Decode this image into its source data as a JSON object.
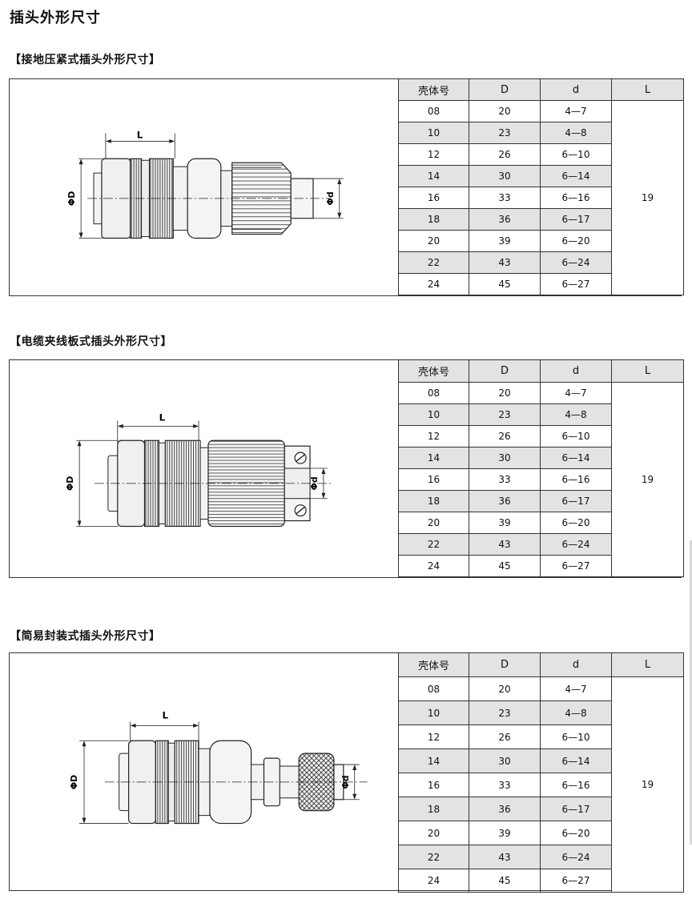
{
  "page_title": "插头外形尺寸",
  "sections": [
    {
      "title": "【接地压紧式插头外形尺寸】",
      "dims": {
        "L": "L",
        "D": "ΦD",
        "d": "Φd"
      },
      "headers": [
        "壳体号",
        "D",
        "d",
        "L"
      ],
      "rows": [
        [
          "08",
          "20",
          "4—7"
        ],
        [
          "10",
          "23",
          "4—8"
        ],
        [
          "12",
          "26",
          "6—10"
        ],
        [
          "14",
          "30",
          "6—14"
        ],
        [
          "16",
          "33",
          "6—16"
        ],
        [
          "18",
          "36",
          "6—17"
        ],
        [
          "20",
          "39",
          "6—20"
        ],
        [
          "22",
          "43",
          "6—24"
        ],
        [
          "24",
          "45",
          "6—27"
        ]
      ],
      "L_value": "19"
    },
    {
      "title": "【电缆夹线板式插头外形尺寸】",
      "dims": {
        "L": "L",
        "D": "ΦD",
        "d": "Φd"
      },
      "headers": [
        "壳体号",
        "D",
        "d",
        "L"
      ],
      "rows": [
        [
          "08",
          "20",
          "4—7"
        ],
        [
          "10",
          "23",
          "4—8"
        ],
        [
          "12",
          "26",
          "6—10"
        ],
        [
          "14",
          "30",
          "6—14"
        ],
        [
          "16",
          "33",
          "6—16"
        ],
        [
          "18",
          "36",
          "6—17"
        ],
        [
          "20",
          "39",
          "6—20"
        ],
        [
          "22",
          "43",
          "6—24"
        ],
        [
          "24",
          "45",
          "6—27"
        ]
      ],
      "L_value": "19"
    },
    {
      "title": "【简易封装式插头外形尺寸】",
      "dims": {
        "L": "L",
        "D": "ΦD",
        "d": "Φd"
      },
      "headers": [
        "壳体号",
        "D",
        "d",
        "L"
      ],
      "rows": [
        [
          "08",
          "20",
          "4—7"
        ],
        [
          "10",
          "23",
          "4—8"
        ],
        [
          "12",
          "26",
          "6—10"
        ],
        [
          "14",
          "30",
          "6—14"
        ],
        [
          "16",
          "33",
          "6—16"
        ],
        [
          "18",
          "36",
          "6—17"
        ],
        [
          "20",
          "39",
          "6—20"
        ],
        [
          "22",
          "43",
          "6—24"
        ],
        [
          "24",
          "45",
          "6—27"
        ]
      ],
      "L_value": "19"
    }
  ]
}
